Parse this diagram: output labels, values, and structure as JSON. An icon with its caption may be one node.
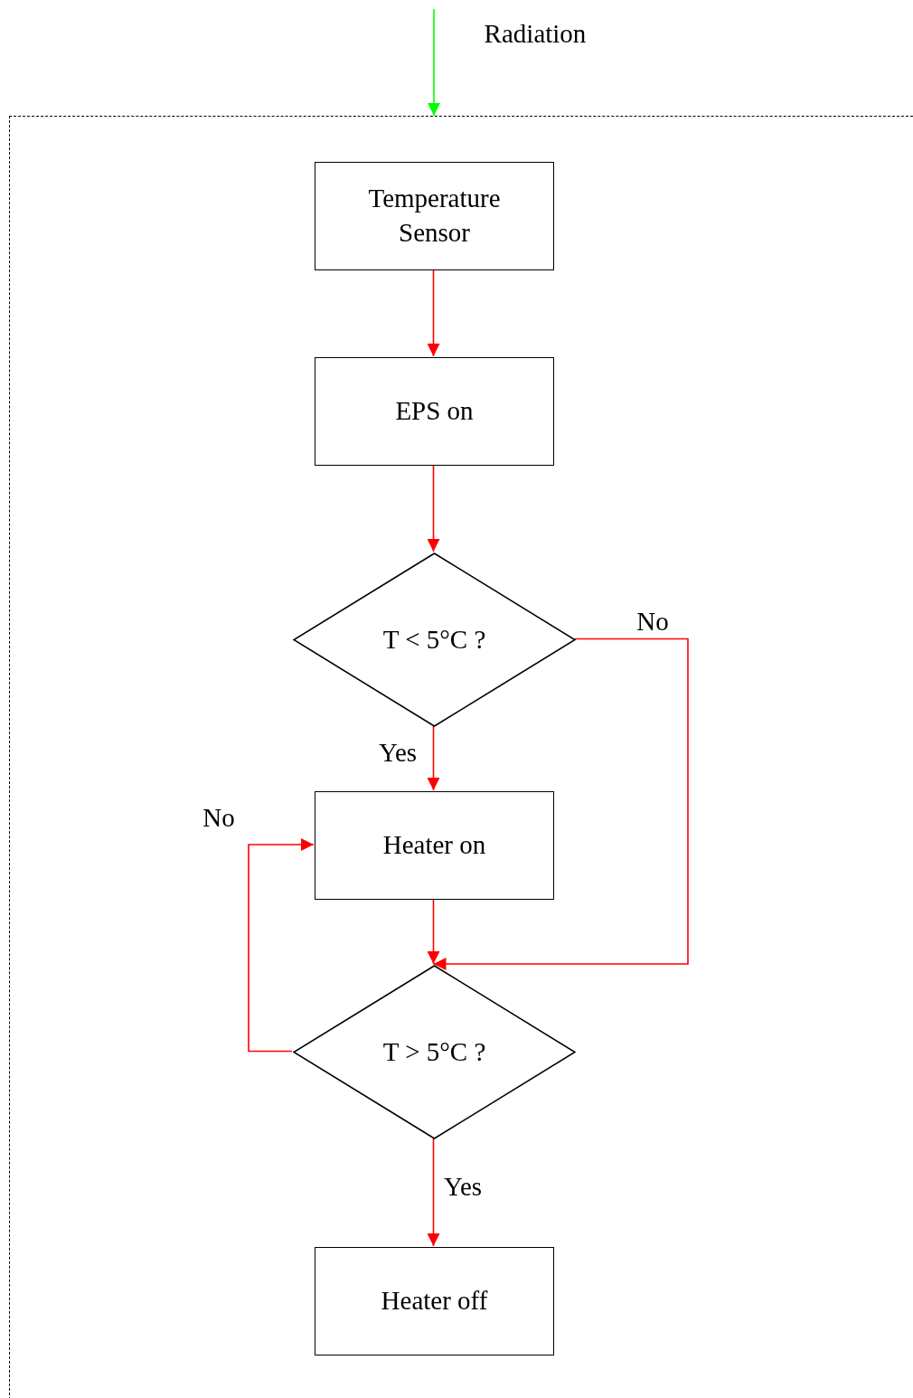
{
  "diagram": {
    "nodes": [
      {
        "text": [],
        "shape": "box"
      },
      {
        "text": [
          "Temperature Sensor"
        ],
        "in": 0
      },
      {
        "text": [
          "EPS on"
        ],
        "in": 0
      },
      {
        "text": [
          "T < 5°C ?"
        ],
        "in": 0
      },
      {
        "text": [
          "Heater on"
        ],
        "in": 0
      },
      {
        "text": [
          "T > 5°C ?"
        ],
        "in": 0
      },
      {
        "text": [
          "Heater off"
        ],
        "in": 0
      }
    ],
    "edges": [
      {
        "from": null,
        "to": 0,
        "arrow": "to",
        "label": "Radiation",
        "color": "#00ff00"
      },
      {
        "from": 1,
        "to": 2,
        "arrow": "to"
      },
      {
        "from": 2,
        "to": 3,
        "arrow": "to"
      },
      {
        "from": 3,
        "to": 4,
        "arrow": "to",
        "label": "Yes"
      },
      {
        "from": 3,
        "to": 5,
        "arrow": "to",
        "label": "No"
      },
      {
        "from": 4,
        "to": 5,
        "arrow": "to"
      },
      {
        "from": 5,
        "to": 4,
        "arrow": "to",
        "label": "No"
      },
      {
        "from": 5,
        "to": 6,
        "arrow": "to",
        "label": "Yes"
      }
    ]
  }
}
